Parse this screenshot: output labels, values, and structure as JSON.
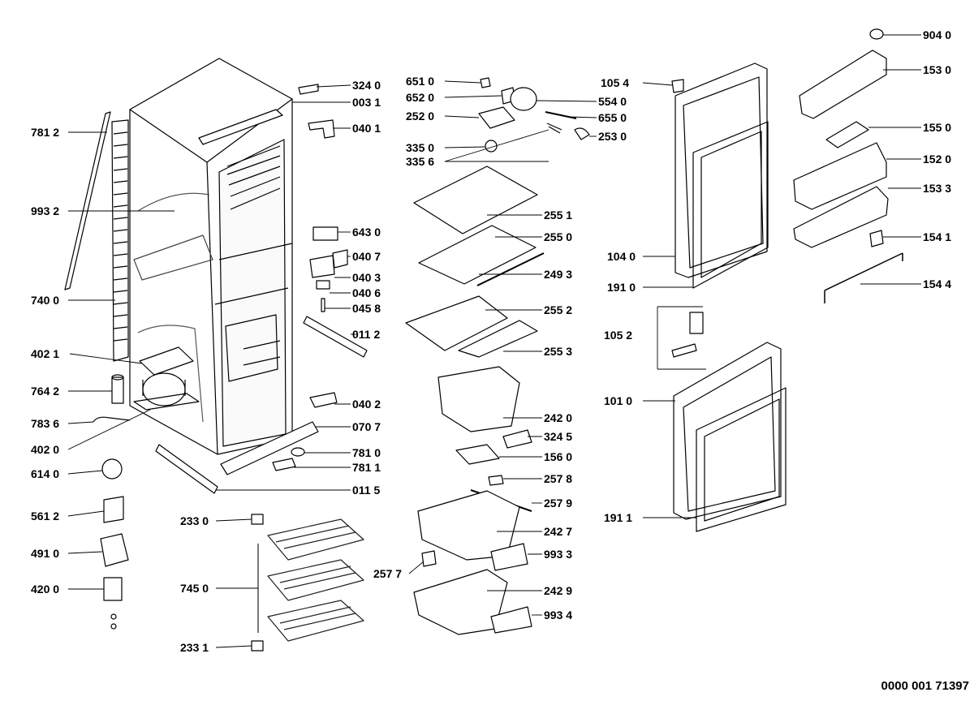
{
  "diagram": {
    "document_number": "0000 001 71397",
    "callouts": [
      {
        "id": "c9040",
        "text": "904 0"
      },
      {
        "id": "c1530",
        "text": "153 0"
      },
      {
        "id": "c3240",
        "text": "324 0"
      },
      {
        "id": "c0031",
        "text": "003 1"
      },
      {
        "id": "c0401",
        "text": "040 1"
      },
      {
        "id": "c7812",
        "text": "781 2"
      },
      {
        "id": "c9932",
        "text": "993 2"
      },
      {
        "id": "c6430",
        "text": "643 0"
      },
      {
        "id": "c0407",
        "text": "040 7"
      },
      {
        "id": "c0403",
        "text": "040 3"
      },
      {
        "id": "c0406",
        "text": "040 6"
      },
      {
        "id": "c0458",
        "text": "045 8"
      },
      {
        "id": "c7400",
        "text": "740 0"
      },
      {
        "id": "c0112",
        "text": "011 2"
      },
      {
        "id": "c4021",
        "text": "402 1"
      },
      {
        "id": "c7642",
        "text": "764 2"
      },
      {
        "id": "c0402",
        "text": "040 2"
      },
      {
        "id": "c7836",
        "text": "783 6"
      },
      {
        "id": "c0707",
        "text": "070 7"
      },
      {
        "id": "c4020",
        "text": "402 0"
      },
      {
        "id": "c7810",
        "text": "781 0"
      },
      {
        "id": "c7811",
        "text": "781 1"
      },
      {
        "id": "c6140",
        "text": "614 0"
      },
      {
        "id": "c0115",
        "text": "011 5"
      },
      {
        "id": "c5612",
        "text": "561 2"
      },
      {
        "id": "c2330",
        "text": "233 0"
      },
      {
        "id": "c4910",
        "text": "491 0"
      },
      {
        "id": "c7450",
        "text": "745 0"
      },
      {
        "id": "c4200",
        "text": "420 0"
      },
      {
        "id": "c2331",
        "text": "233 1"
      },
      {
        "id": "c6510",
        "text": "651 0"
      },
      {
        "id": "c6520",
        "text": "652 0"
      },
      {
        "id": "c2520",
        "text": "252 0"
      },
      {
        "id": "c3350",
        "text": "335 0"
      },
      {
        "id": "c3356",
        "text": "335 6"
      },
      {
        "id": "c5540",
        "text": "554 0"
      },
      {
        "id": "c6550",
        "text": "655 0"
      },
      {
        "id": "c2530",
        "text": "253 0"
      },
      {
        "id": "c2551",
        "text": "255 1"
      },
      {
        "id": "c2550",
        "text": "255 0"
      },
      {
        "id": "c2493",
        "text": "249 3"
      },
      {
        "id": "c2552",
        "text": "255 2"
      },
      {
        "id": "c2553",
        "text": "255 3"
      },
      {
        "id": "c2420",
        "text": "242 0"
      },
      {
        "id": "c3245",
        "text": "324 5"
      },
      {
        "id": "c1560",
        "text": "156 0"
      },
      {
        "id": "c2578",
        "text": "257 8"
      },
      {
        "id": "c2579",
        "text": "257 9"
      },
      {
        "id": "c2427",
        "text": "242 7"
      },
      {
        "id": "c9933",
        "text": "993 3"
      },
      {
        "id": "c2577",
        "text": "257 7"
      },
      {
        "id": "c2429",
        "text": "242 9"
      },
      {
        "id": "c9934",
        "text": "993 4"
      },
      {
        "id": "c1054",
        "text": "105 4"
      },
      {
        "id": "c1040",
        "text": "104 0"
      },
      {
        "id": "c1910",
        "text": "191 0"
      },
      {
        "id": "c1052",
        "text": "105 2"
      },
      {
        "id": "c1010",
        "text": "101 0"
      },
      {
        "id": "c1911",
        "text": "191 1"
      },
      {
        "id": "c1550",
        "text": "155 0"
      },
      {
        "id": "c1520",
        "text": "152 0"
      },
      {
        "id": "c1533",
        "text": "153 3"
      },
      {
        "id": "c1541",
        "text": "154 1"
      },
      {
        "id": "c1544",
        "text": "154 4"
      }
    ]
  }
}
